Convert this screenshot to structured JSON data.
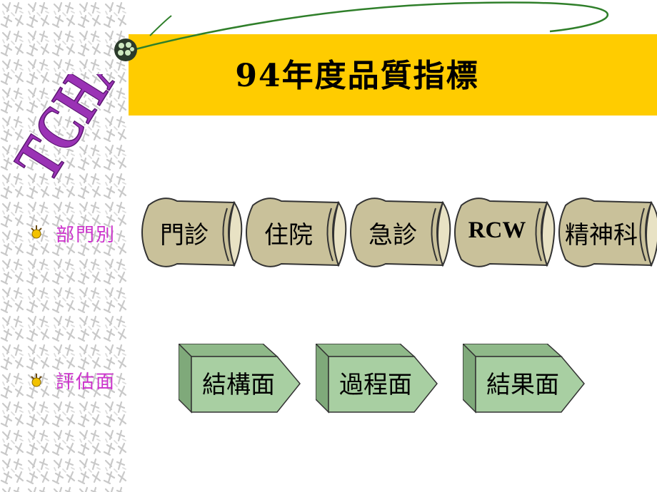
{
  "slide": {
    "title": "94年度品質指標",
    "logo_text": "TCHA",
    "sections": [
      {
        "label": "部門別"
      },
      {
        "label": "評估面"
      }
    ],
    "departments": [
      "門診",
      "住院",
      "急診",
      "RCW",
      "精神科"
    ],
    "aspects": [
      "結構面",
      "過程面",
      "結果面"
    ]
  },
  "colors": {
    "title_band": "#ffcc00",
    "section_label": "#cc33cc",
    "scroll_fill": "#c9c19a",
    "box_fill": "#a8cfa2",
    "logo_fill": "#9a32b5"
  },
  "icons": [
    "bullet-flower-icon",
    "bullet-flower-icon",
    "dot-cluster-icon"
  ]
}
